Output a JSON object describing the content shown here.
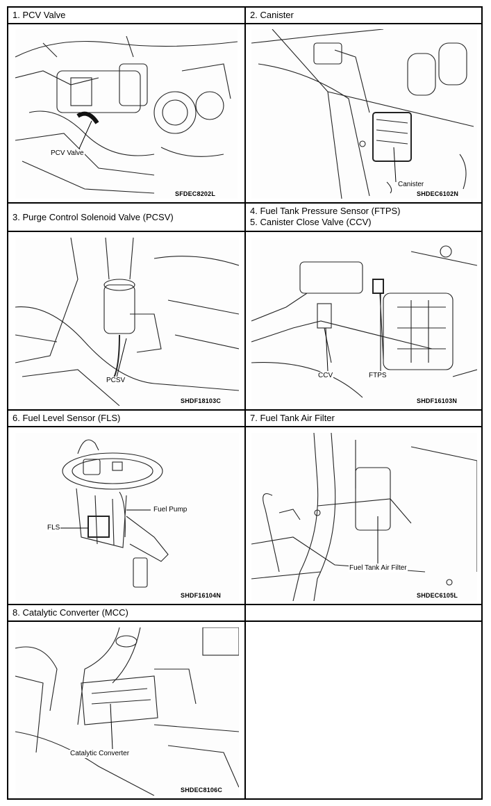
{
  "panels": [
    {
      "title": "1. PCV Valve",
      "callouts": [
        "PCV Valve"
      ],
      "code": "SFDEC8202L"
    },
    {
      "title": "2. Canister",
      "callouts": [
        "Canister"
      ],
      "code": "SHDEC6102N"
    },
    {
      "title": "3. Purge Control Solenoid Valve (PCSV)",
      "callouts": [
        "PCSV"
      ],
      "code": "SHDF18103C"
    },
    {
      "title_lines": [
        "4. Fuel Tank Pressure Sensor (FTPS)",
        "5. Canister Close Valve (CCV)"
      ],
      "callouts": [
        "CCV",
        "FTPS"
      ],
      "code": "SHDF16103N"
    },
    {
      "title": "6. Fuel Level Sensor (FLS)",
      "callouts": [
        "Fuel Pump",
        "FLS"
      ],
      "code": "SHDF16104N"
    },
    {
      "title": "7. Fuel Tank Air Filter",
      "callouts": [
        "Fuel Tank Air Filter"
      ],
      "code": "SHDEC6105L"
    },
    {
      "title": "8. Catalytic Converter (MCC)",
      "callouts": [
        "Catalytic Converter"
      ],
      "code": "SHDEC8106C"
    }
  ]
}
